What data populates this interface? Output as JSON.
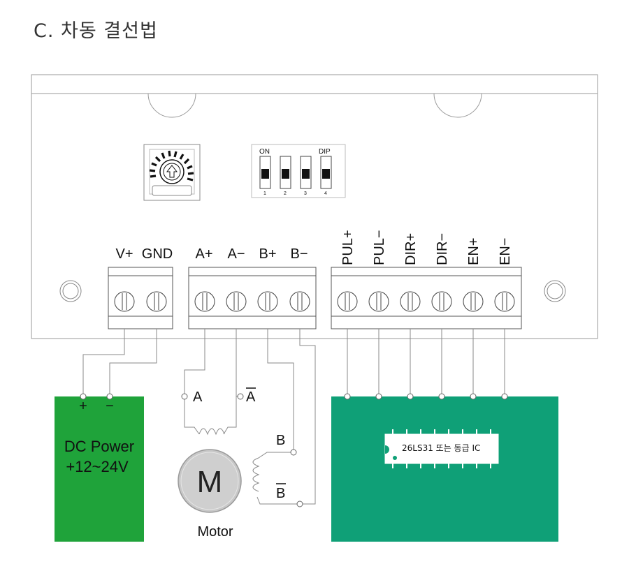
{
  "title": "C. 차동 결선법",
  "driver": {
    "dip": {
      "on_label": "ON",
      "dip_label": "DIP",
      "numbers": [
        "1",
        "2",
        "3",
        "4"
      ]
    },
    "power_terminals": [
      "V+",
      "GND"
    ],
    "motor_terminals": [
      "A+",
      "A−",
      "B+",
      "B−"
    ],
    "signal_terminals": [
      "PUL+",
      "PUL−",
      "DIR+",
      "DIR−",
      "EN+",
      "EN−"
    ]
  },
  "power_supply": {
    "plus": "+",
    "minus": "−",
    "line1": "DC Power",
    "line2": "+12~24V",
    "color": "#1fa33a"
  },
  "motor": {
    "coil_a": "A",
    "coil_a_bar": "A",
    "coil_b": "B",
    "coil_b_bar": "B",
    "symbol": "M",
    "label": "Motor"
  },
  "controller": {
    "chip_label": "26LS31 또는 동급 IC",
    "color": "#0fa077"
  }
}
